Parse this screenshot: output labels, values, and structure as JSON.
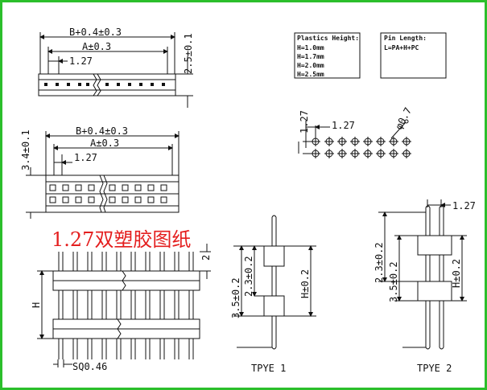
{
  "overlay_title": "1.27双塑胶图纸",
  "dims": {
    "b_plus": "B+0.4±0.3",
    "a": "A±0.3",
    "pitch": "1.27",
    "h_single": "2.5±0.1",
    "h_double": "3.4±0.1",
    "hole": "φ0.7",
    "h_pin": "H±0.2",
    "v35": "3.5±0.2",
    "v23": "2.3±0.2",
    "two": "2",
    "h_letter": "H",
    "sq": "SQ0.46",
    "type1": "TPYE 1",
    "type2": "TPYE 2"
  },
  "plastic_box": {
    "title": "Plastics Height:",
    "lines": [
      "H=1.0mm",
      "H=1.7mm",
      "H=2.0mm",
      "H=2.5mm"
    ]
  },
  "pin_box": {
    "title": "Pin Length:",
    "formula": "L=PA+H+PC"
  }
}
